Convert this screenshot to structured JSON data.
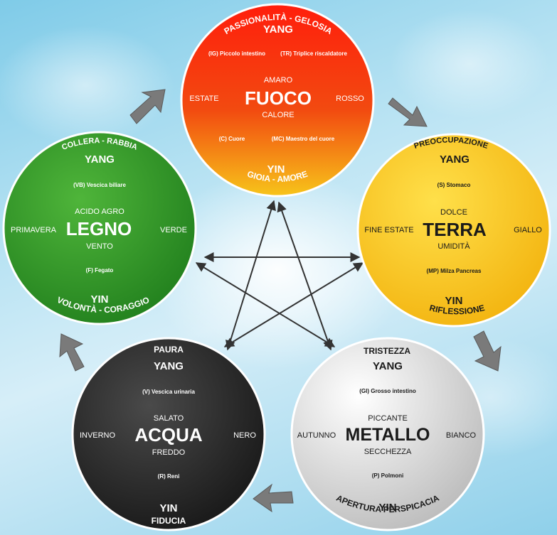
{
  "elements": {
    "fuoco": {
      "name": "FUOCO",
      "emotion_top": "PASSIONALITÀ - GELOSIA",
      "yang": "YANG",
      "organ_top_left": "(IG) Piccolo intestino",
      "organ_top_right": "(TR) Triplice riscaldatore",
      "flavor": "AMARO",
      "season": "ESTATE",
      "color": "ROSSO",
      "climate": "CALORE",
      "organ_bottom_left": "(C) Cuore",
      "organ_bottom_right": "(MC) Maestro del cuore",
      "yin": "YIN",
      "emotion_bottom": "GIOIA - AMORE",
      "fill_top": "#ff2a10",
      "fill_bottom": "#f5c018"
    },
    "terra": {
      "name": "TERRA",
      "emotion_top": "PREOCCUPAZIONE",
      "yang": "YANG",
      "organ_top": "(S) Stomaco",
      "flavor": "DOLCE",
      "season": "FINE ESTATE",
      "color": "GIALLO",
      "climate": "UMIDITÀ",
      "organ_bottom": "(MP) Milza Pancreas",
      "yin": "YIN",
      "emotion_bottom": "RIFLESSIONE",
      "fill": "#f9c61a"
    },
    "metallo": {
      "name": "METALLO",
      "emotion_top": "TRISTEZZA",
      "yang": "YANG",
      "organ_top": "(GI) Grosso intestino",
      "flavor": "PICCANTE",
      "season": "AUTUNNO",
      "color": "BIANCO",
      "climate": "SECCHEZZA",
      "organ_bottom": "(P) Polmoni",
      "yin": "YIN",
      "emotion_bottom": "APERTURA PERSPICACIA",
      "fill": "#e6e6e6"
    },
    "acqua": {
      "name": "ACQUA",
      "emotion_top": "PAURA",
      "yang": "YANG",
      "organ_top": "(V) Vescica urinaria",
      "flavor": "SALATO",
      "season": "INVERNO",
      "color": "NERO",
      "climate": "FREDDO",
      "organ_bottom": "(R) Reni",
      "yin": "YIN",
      "emotion_bottom": "FIDUCIA",
      "fill": "#3a3a3a"
    },
    "legno": {
      "name": "LEGNO",
      "emotion_top": "COLLERA - RABBIA",
      "yang": "YANG",
      "organ_top": "(VB) Vescica biliare",
      "flavor": "ACIDO AGRO",
      "season": "PRIMAVERA",
      "color": "VERDE",
      "climate": "VENTO",
      "organ_bottom": "(F) Fegato",
      "yin": "YIN",
      "emotion_bottom": "VOLONTÀ - CORAGGIO",
      "fill": "#3aa22a"
    }
  }
}
